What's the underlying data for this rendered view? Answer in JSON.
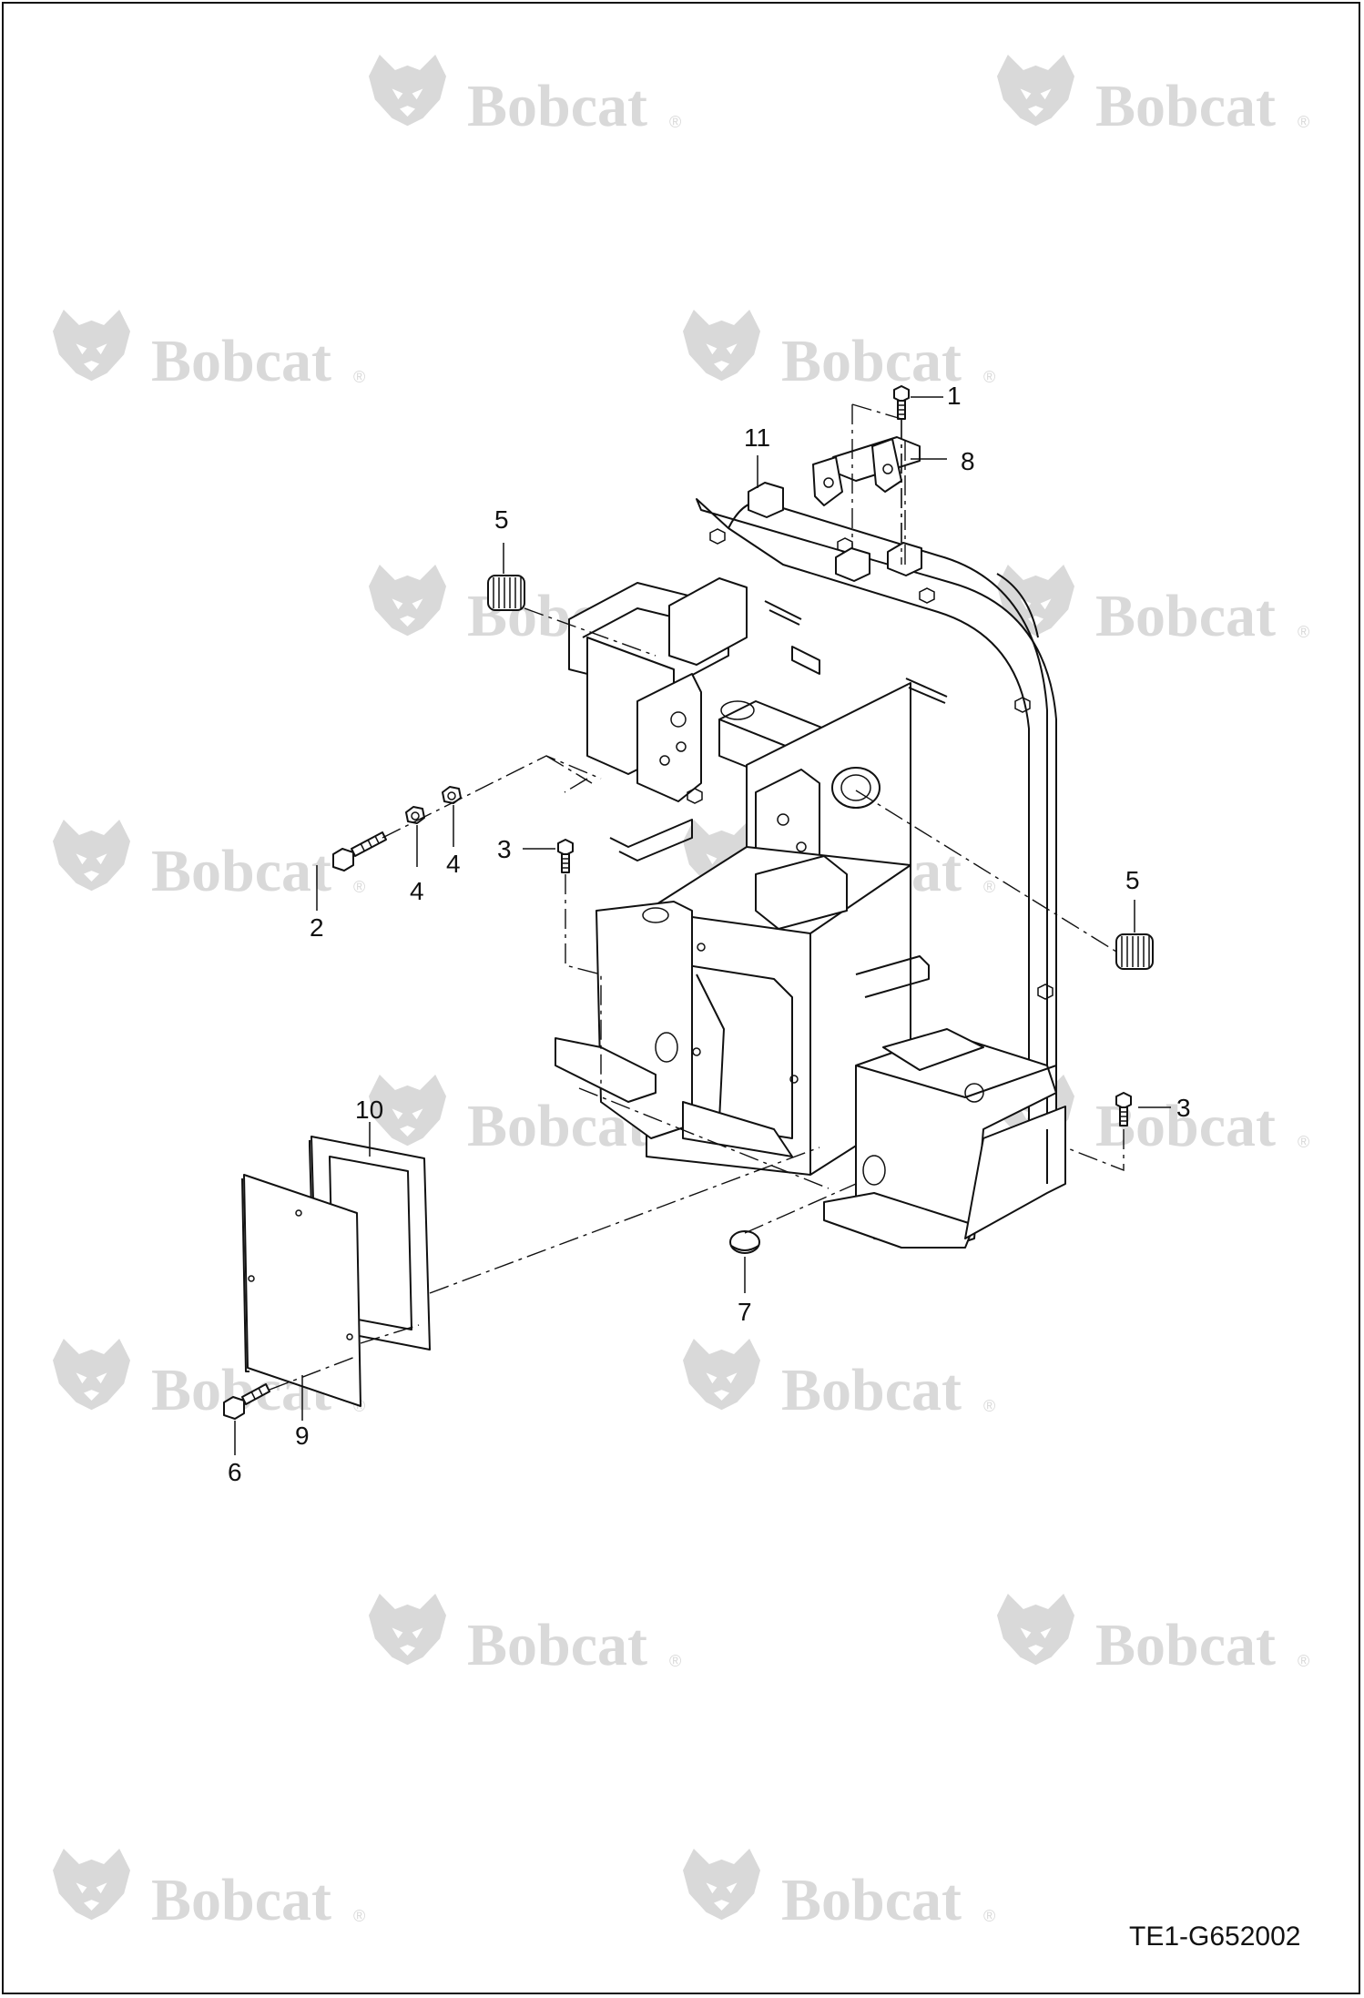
{
  "diagram": {
    "watermark_text": "Bobcat",
    "watermark_mark": "®",
    "document_id": "TE1-G652002",
    "callouts": [
      {
        "id": "c1",
        "label": "1"
      },
      {
        "id": "c8",
        "label": "8"
      },
      {
        "id": "c11",
        "label": "11"
      },
      {
        "id": "c5a",
        "label": "5"
      },
      {
        "id": "c5b",
        "label": "5"
      },
      {
        "id": "c2",
        "label": "2"
      },
      {
        "id": "c4a",
        "label": "4"
      },
      {
        "id": "c4b",
        "label": "4"
      },
      {
        "id": "c3a",
        "label": "3"
      },
      {
        "id": "c3b",
        "label": "3"
      },
      {
        "id": "c10",
        "label": "10"
      },
      {
        "id": "c7",
        "label": "7"
      },
      {
        "id": "c9",
        "label": "9"
      },
      {
        "id": "c6",
        "label": "6"
      }
    ]
  }
}
